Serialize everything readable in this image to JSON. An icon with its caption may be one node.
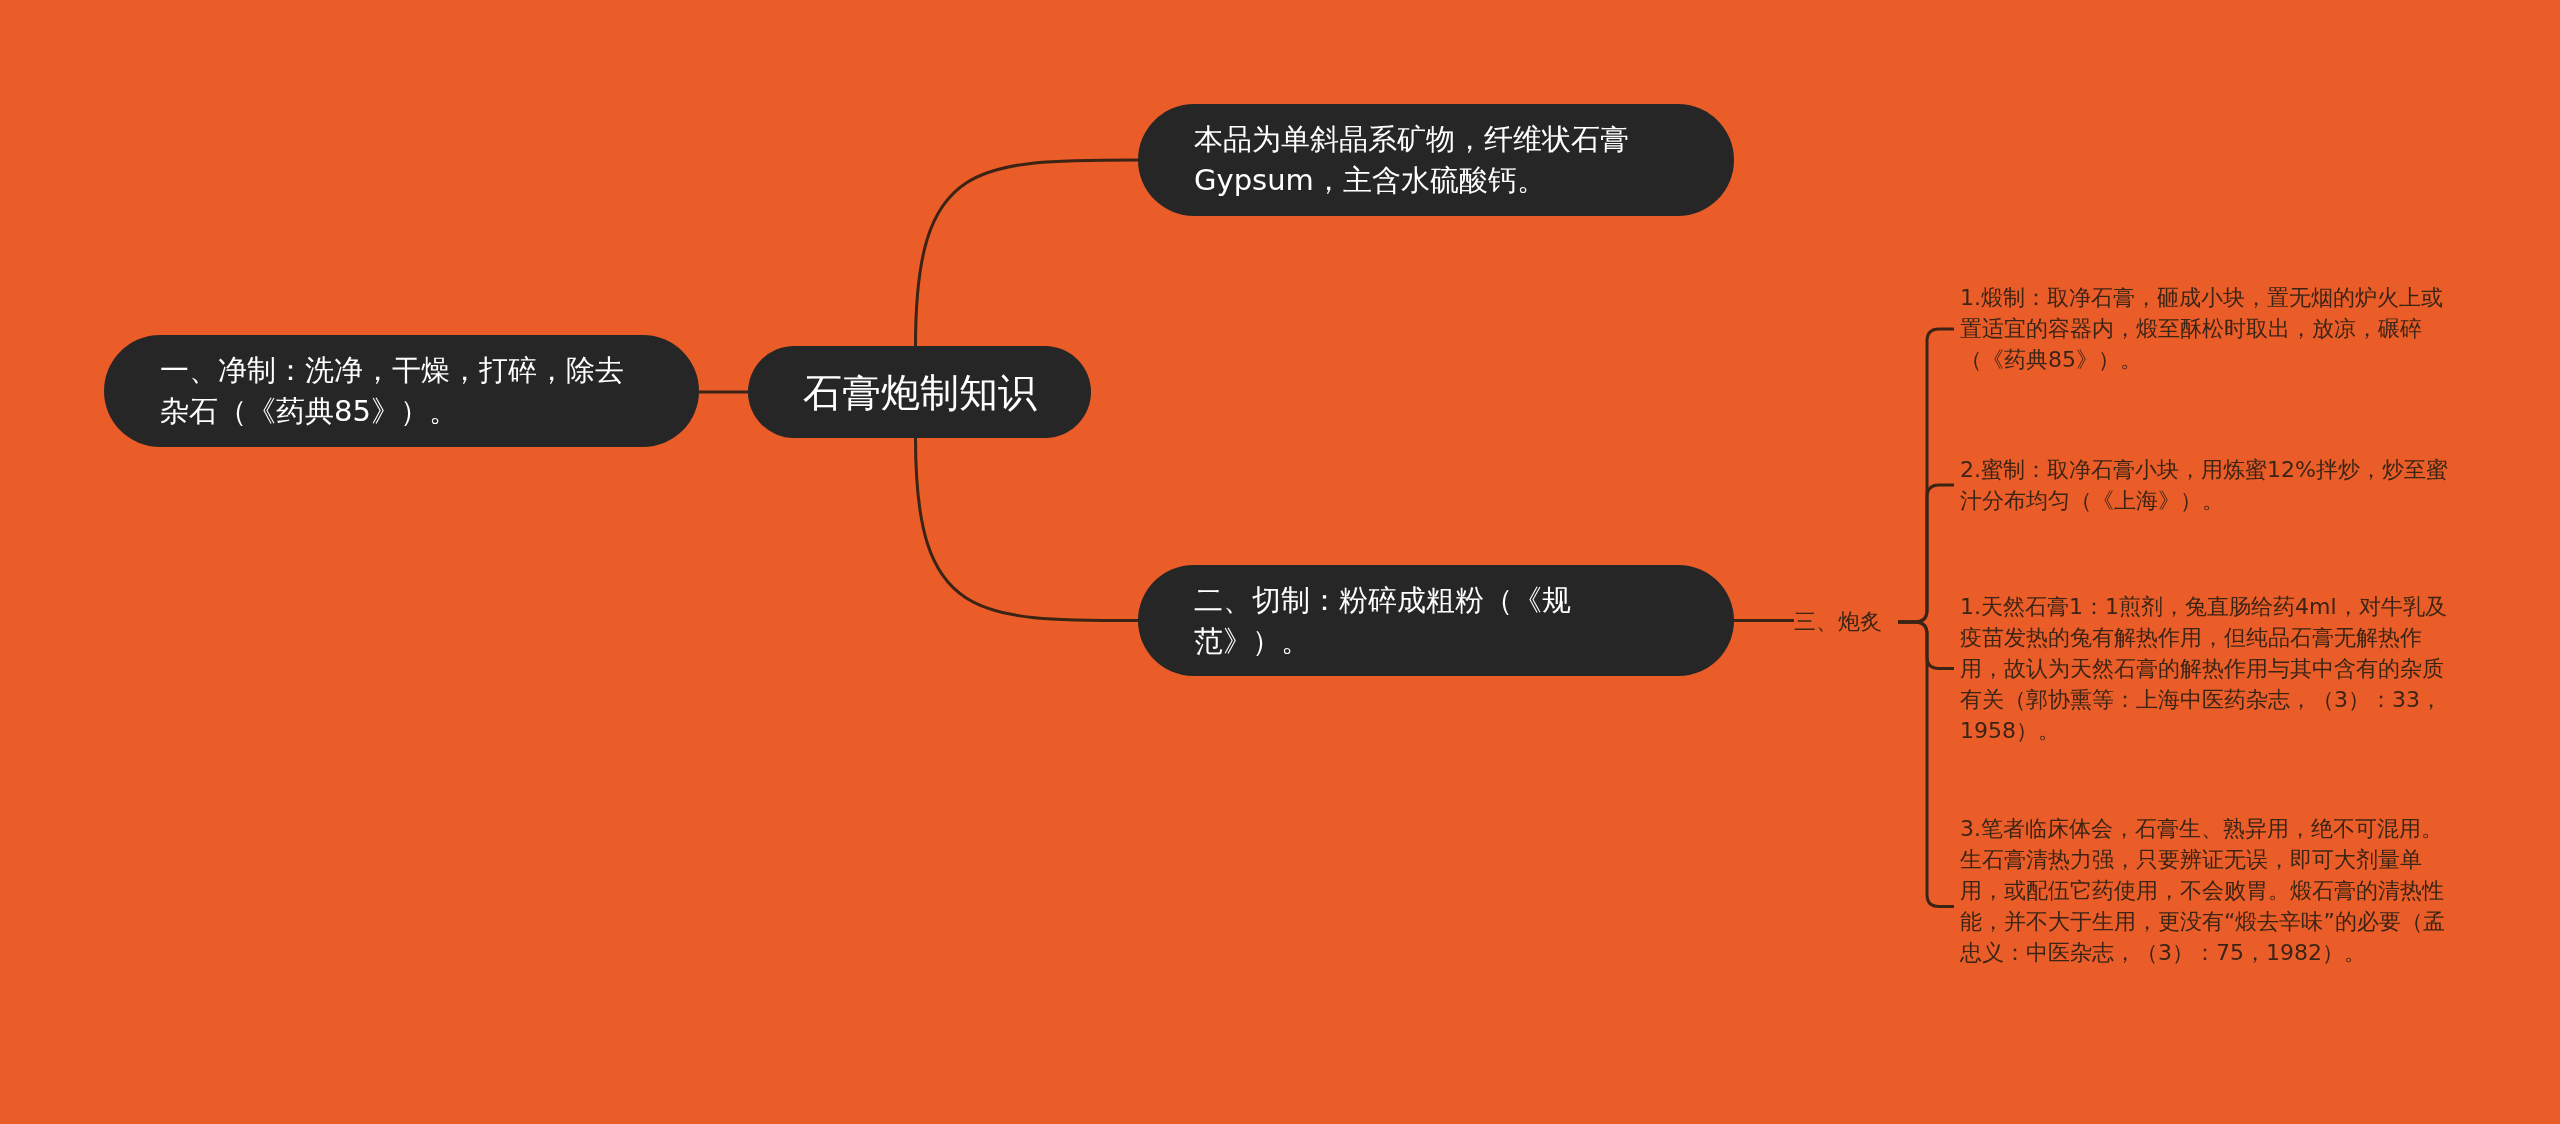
{
  "diagram": {
    "nodes": [
      {
        "text": [
          "石膏炮制知识"
        ]
      },
      {
        "text": [
          "一、净制：洗净，干燥，打碎，除去杂石（《药典85》）。"
        ]
      },
      {
        "text": [
          "本品为单斜晶系矿物，纤维状石膏Gypsum，主含水硫酸钙。"
        ]
      },
      {
        "text": [
          "二、切制：粉碎成粗粉（《规范》）。"
        ]
      },
      {
        "text": [
          "三、炮炙"
        ]
      },
      {
        "text": [
          "1.煅制：取净石膏，砸成小块，置无烟的炉火上或置适宜的容器内，煅至酥松时取出，放凉，碾碎（《药典85》）。"
        ]
      },
      {
        "text": [
          "2.蜜制：取净石膏小块，用炼蜜12%拌炒，炒至蜜汁分布均匀（《上海》）。"
        ]
      },
      {
        "text": [
          "1.天然石膏1：1煎剂，兔直肠给药4ml，对牛乳及疫苗发热的兔有解热作用，但纯品石膏无解热作用，故认为天然石膏的解热作用与其中含有的杂质有关（郭协熏等：上海中医药杂志，（3）：33，1958）。"
        ]
      },
      {
        "text": [
          "3.笔者临床体会，石膏生、熟异用，绝不可混用。生石膏清热力强，只要辨证无误，即可大剂量单用，或配伍它药使用，不会败胃。煅石膏的清热性能，并不大于生用，更没有“煅去辛味”的必要（孟忠义：中医杂志，（3）：75，1982）。"
        ]
      }
    ],
    "edges": [
      {
        "from": 0,
        "to": 1,
        "arrow": "none"
      },
      {
        "from": 0,
        "to": 2,
        "arrow": "none"
      },
      {
        "from": 0,
        "to": 3,
        "arrow": "none"
      },
      {
        "from": 3,
        "to": 4,
        "arrow": "none"
      },
      {
        "from": 4,
        "to": 5,
        "arrow": "none"
      },
      {
        "from": 4,
        "to": 6,
        "arrow": "none"
      },
      {
        "from": 4,
        "to": 7,
        "arrow": "none"
      },
      {
        "from": 4,
        "to": 8,
        "arrow": "none"
      }
    ]
  }
}
